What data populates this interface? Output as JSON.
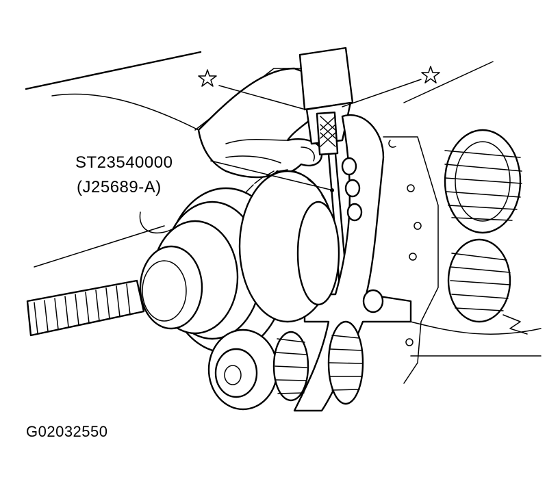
{
  "labels": {
    "tool_number": "ST23540000",
    "tool_alt_number": "(J25689-A)",
    "figure_code": "G02032550"
  },
  "symbols": {
    "callout_marker": "star-icon"
  },
  "colors": {
    "ink": "#000000",
    "paper": "#ffffff"
  }
}
